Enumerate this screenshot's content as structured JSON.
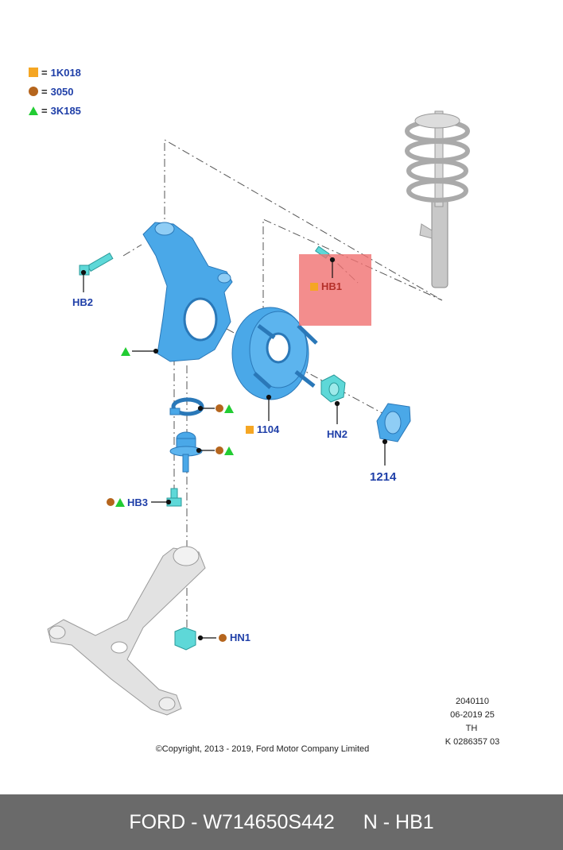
{
  "legend": [
    {
      "symbol": "square",
      "color": "#f5a623",
      "code": "1K018"
    },
    {
      "symbol": "circle",
      "color": "#b5651d",
      "code": "3050"
    },
    {
      "symbol": "triangle",
      "color": "#22cc33",
      "code": "3K185"
    }
  ],
  "callouts": {
    "hb1": "HB1",
    "hb2": "HB2",
    "hb3": "HB3",
    "hn1": "HN1",
    "hn2": "HN2",
    "p1104": "1104",
    "p1214": "1214"
  },
  "highlight_color": "#f07070",
  "part_color": "#4aa8e8",
  "meta": {
    "code": "2040110",
    "date": "06-2019 25",
    "market": "TH",
    "ref": "K 0286357 03"
  },
  "copyright": "©Copyright, 2013 - 2019, Ford Motor Company Limited",
  "footer": {
    "part_number": "FORD - W714650S442",
    "position": "N - HB1"
  }
}
